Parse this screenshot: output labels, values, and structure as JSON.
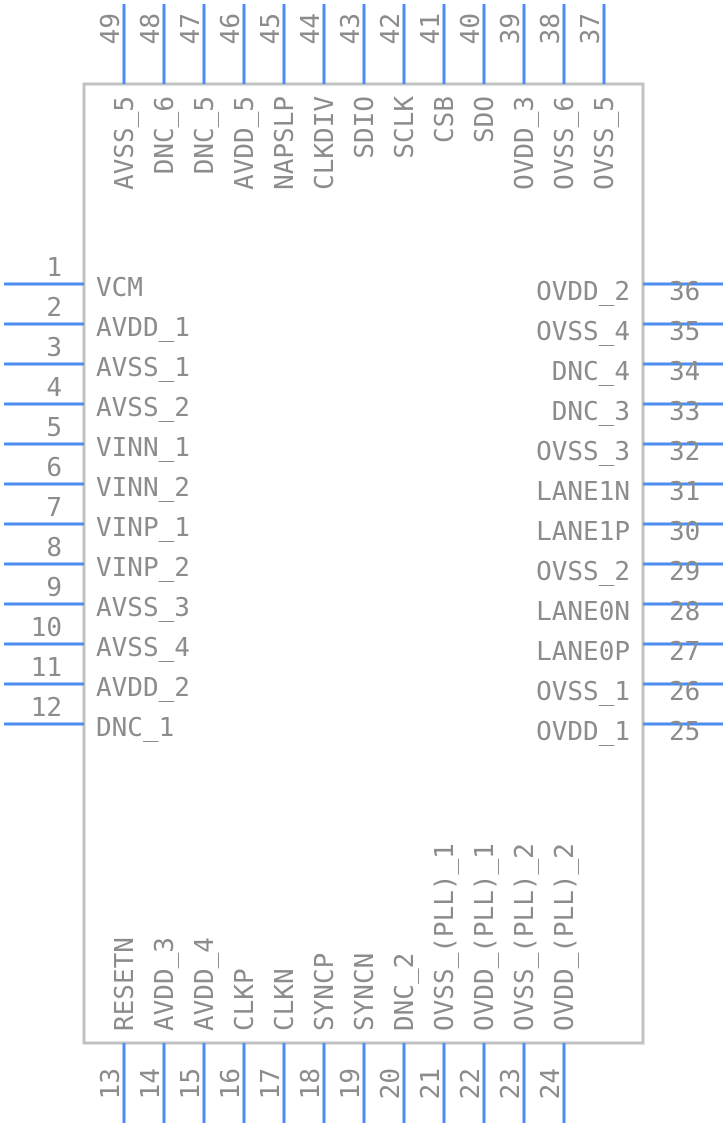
{
  "colors": {
    "body_outline": "#c2c2c2",
    "pin_line": "#4a8ef2",
    "text": "#8c8c8c",
    "background": "#ffffff"
  },
  "pins": {
    "left": [
      {
        "number": "1",
        "name": "VCM"
      },
      {
        "number": "2",
        "name": "AVDD_1"
      },
      {
        "number": "3",
        "name": "AVSS_1"
      },
      {
        "number": "4",
        "name": "AVSS_2"
      },
      {
        "number": "5",
        "name": "VINN_1"
      },
      {
        "number": "6",
        "name": "VINN_2"
      },
      {
        "number": "7",
        "name": "VINP_1"
      },
      {
        "number": "8",
        "name": "VINP_2"
      },
      {
        "number": "9",
        "name": "AVSS_3"
      },
      {
        "number": "10",
        "name": "AVSS_4"
      },
      {
        "number": "11",
        "name": "AVDD_2"
      },
      {
        "number": "12",
        "name": "DNC_1"
      }
    ],
    "bottom": [
      {
        "number": "13",
        "name": "RESETN"
      },
      {
        "number": "14",
        "name": "AVDD_3"
      },
      {
        "number": "15",
        "name": "AVDD_4"
      },
      {
        "number": "16",
        "name": "CLKP"
      },
      {
        "number": "17",
        "name": "CLKN"
      },
      {
        "number": "18",
        "name": "SYNCP"
      },
      {
        "number": "19",
        "name": "SYNCN"
      },
      {
        "number": "20",
        "name": "DNC_2"
      },
      {
        "number": "21",
        "name": "OVSS_(PLL)_1"
      },
      {
        "number": "22",
        "name": "OVDD_(PLL)_1"
      },
      {
        "number": "23",
        "name": "OVSS_(PLL)_2"
      },
      {
        "number": "24",
        "name": "OVDD_(PLL)_2"
      }
    ],
    "right": [
      {
        "number": "25",
        "name": "OVDD_1"
      },
      {
        "number": "26",
        "name": "OVSS_1"
      },
      {
        "number": "27",
        "name": "LANE0P"
      },
      {
        "number": "28",
        "name": "LANE0N"
      },
      {
        "number": "29",
        "name": "OVSS_2"
      },
      {
        "number": "30",
        "name": "LANE1P"
      },
      {
        "number": "31",
        "name": "LANE1N"
      },
      {
        "number": "32",
        "name": "OVSS_3"
      },
      {
        "number": "33",
        "name": "DNC_3"
      },
      {
        "number": "34",
        "name": "DNC_4"
      },
      {
        "number": "35",
        "name": "OVSS_4"
      },
      {
        "number": "36",
        "name": "OVDD_2"
      }
    ],
    "top": [
      {
        "number": "37",
        "name": "OVSS_5"
      },
      {
        "number": "38",
        "name": "OVSS_6"
      },
      {
        "number": "39",
        "name": "OVDD_3"
      },
      {
        "number": "40",
        "name": "SDO"
      },
      {
        "number": "41",
        "name": "CSB"
      },
      {
        "number": "42",
        "name": "SCLK"
      },
      {
        "number": "43",
        "name": "SDIO"
      },
      {
        "number": "44",
        "name": "CLKDIV"
      },
      {
        "number": "45",
        "name": "NAPSLP"
      },
      {
        "number": "46",
        "name": "AVDD_5"
      },
      {
        "number": "47",
        "name": "DNC_5"
      },
      {
        "number": "48",
        "name": "DNC_6"
      },
      {
        "number": "49",
        "name": "AVSS_5"
      }
    ]
  }
}
